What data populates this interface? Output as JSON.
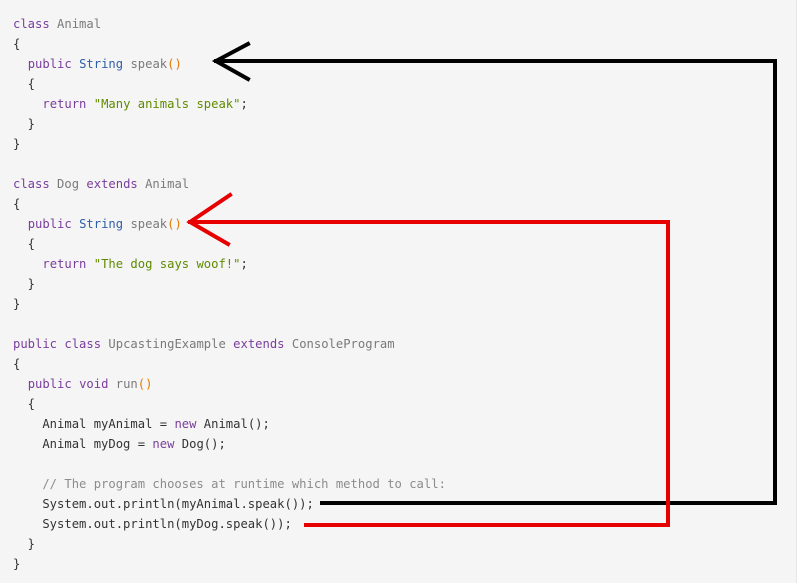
{
  "lines": [
    [
      {
        "t": "class ",
        "c": "kw"
      },
      {
        "t": "Animal",
        "c": "name"
      }
    ],
    [
      {
        "t": "{",
        "c": "plain"
      }
    ],
    [
      {
        "t": "  ",
        "c": "plain"
      },
      {
        "t": "public ",
        "c": "kw"
      },
      {
        "t": "String ",
        "c": "type"
      },
      {
        "t": "speak",
        "c": "name"
      },
      {
        "t": "()",
        "c": "paren"
      }
    ],
    [
      {
        "t": "  {",
        "c": "plain"
      }
    ],
    [
      {
        "t": "    ",
        "c": "plain"
      },
      {
        "t": "return ",
        "c": "kw"
      },
      {
        "t": "\"Many animals speak\"",
        "c": "str"
      },
      {
        "t": ";",
        "c": "plain"
      }
    ],
    [
      {
        "t": "  }",
        "c": "plain"
      }
    ],
    [
      {
        "t": "}",
        "c": "plain"
      }
    ],
    [],
    [
      {
        "t": "class ",
        "c": "kw"
      },
      {
        "t": "Dog ",
        "c": "name"
      },
      {
        "t": "extends ",
        "c": "kw"
      },
      {
        "t": "Animal",
        "c": "name"
      }
    ],
    [
      {
        "t": "{",
        "c": "plain"
      }
    ],
    [
      {
        "t": "  ",
        "c": "plain"
      },
      {
        "t": "public ",
        "c": "kw"
      },
      {
        "t": "String ",
        "c": "type"
      },
      {
        "t": "speak",
        "c": "name"
      },
      {
        "t": "()",
        "c": "paren"
      }
    ],
    [
      {
        "t": "  {",
        "c": "plain"
      }
    ],
    [
      {
        "t": "    ",
        "c": "plain"
      },
      {
        "t": "return ",
        "c": "kw"
      },
      {
        "t": "\"The dog says woof!\"",
        "c": "str"
      },
      {
        "t": ";",
        "c": "plain"
      }
    ],
    [
      {
        "t": "  }",
        "c": "plain"
      }
    ],
    [
      {
        "t": "}",
        "c": "plain"
      }
    ],
    [],
    [
      {
        "t": "public ",
        "c": "kw"
      },
      {
        "t": "class ",
        "c": "kw"
      },
      {
        "t": "UpcastingExample ",
        "c": "name"
      },
      {
        "t": "extends ",
        "c": "kw"
      },
      {
        "t": "ConsoleProgram",
        "c": "name"
      }
    ],
    [
      {
        "t": "{",
        "c": "plain"
      }
    ],
    [
      {
        "t": "  ",
        "c": "plain"
      },
      {
        "t": "public ",
        "c": "kw"
      },
      {
        "t": "void ",
        "c": "kw"
      },
      {
        "t": "run",
        "c": "name"
      },
      {
        "t": "()",
        "c": "paren"
      }
    ],
    [
      {
        "t": "  {",
        "c": "plain"
      }
    ],
    [
      {
        "t": "    Animal myAnimal = ",
        "c": "plain"
      },
      {
        "t": "new ",
        "c": "kw"
      },
      {
        "t": "Animal();",
        "c": "plain"
      }
    ],
    [
      {
        "t": "    Animal myDog = ",
        "c": "plain"
      },
      {
        "t": "new ",
        "c": "kw"
      },
      {
        "t": "Dog();",
        "c": "plain"
      }
    ],
    [],
    [
      {
        "t": "    // The program chooses at runtime which method to call:",
        "c": "cmt"
      }
    ],
    [
      {
        "t": "    System.out.println(myAnimal.speak());",
        "c": "plain"
      }
    ],
    [
      {
        "t": "    System.out.println(myDog.speak());",
        "c": "plain"
      }
    ],
    [
      {
        "t": "  }",
        "c": "plain"
      }
    ],
    [
      {
        "t": "}",
        "c": "plain"
      }
    ]
  ],
  "colors": {
    "animal_arrow": "#000000",
    "dog_arrow": "#e60000",
    "panel_bg": "#f5f5f5"
  }
}
